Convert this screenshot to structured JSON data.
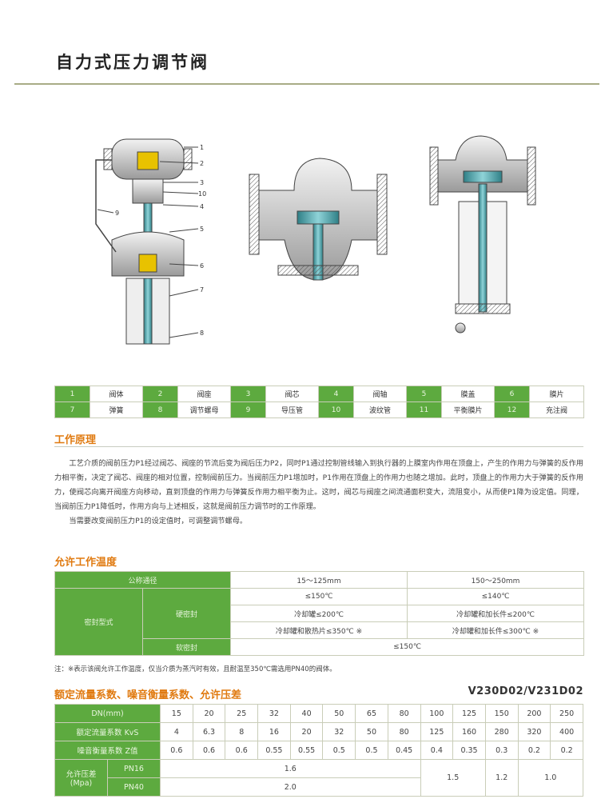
{
  "page": {
    "title": "自力式压力调节阀"
  },
  "parts": {
    "rows": [
      [
        {
          "num": "1",
          "name": "阀体"
        },
        {
          "num": "2",
          "name": "阀座"
        },
        {
          "num": "3",
          "name": "阀芯"
        },
        {
          "num": "4",
          "name": "阀轴"
        },
        {
          "num": "5",
          "name": "膜盖"
        },
        {
          "num": "6",
          "name": "膜片"
        }
      ],
      [
        {
          "num": "7",
          "name": "弹簧"
        },
        {
          "num": "8",
          "name": "调节螺母"
        },
        {
          "num": "9",
          "name": "导压管"
        },
        {
          "num": "10",
          "name": "波纹管"
        },
        {
          "num": "11",
          "name": "平衡膜片"
        },
        {
          "num": "12",
          "name": "充注阀"
        }
      ]
    ]
  },
  "figure_labels": [
    "1",
    "2",
    "3",
    "10",
    "4",
    "9",
    "5",
    "6",
    "7",
    "8"
  ],
  "principle": {
    "heading": "工作原理",
    "paragraph1": "工艺介质的阀前压力P1经过阀芯、阀座的节流后变为阀后压力P2，同时P1通过控制管线输入到执行器的上膜室内作用在顶盘上，产生的作用力与弹簧的反作用力相平衡，决定了阀芯、阀座的相对位置，控制阀前压力。当阀前压力P1增加时，P1作用在顶盘上的作用力也随之增加。此时，顶盘上的作用力大于弹簧的反作用力，使阀芯向离开阀座方向移动，直到顶盘的作用力与弹簧反作用力相平衡为止。这时，阀芯与阀座之间流通面积变大，流阻变小，从而使P1降为设定值。同理，当阀前压力P1降低时，作用方向与上述相反，这就是阀前压力调节时的工作原理。",
    "paragraph2": "当需要改变阀前压力P1的设定值时，可调整调节螺母。"
  },
  "temperature": {
    "heading": "允许工作温度",
    "header": {
      "label": "公称通径",
      "col1": "15～125mm",
      "col2": "150～250mm"
    },
    "seal_type": "密封型式",
    "hard_seal": "硬密封",
    "hard_rows": [
      {
        "col1": "≤150℃",
        "col2": "≤140℃"
      },
      {
        "col1": "冷却罐≤200℃",
        "col2": "冷却罐和加长件≤200℃"
      },
      {
        "col1": "冷却罐和散热片≤350℃ ※",
        "col2": "冷却罐和加长件≤300℃ ※"
      }
    ],
    "soft_seal": "软密封",
    "soft_value": "≤150℃",
    "note": "注：※表示该阀允许工作温度，仅当介质为蒸汽时有效，且耐温至350℃需选用PN40的阀体。"
  },
  "flow": {
    "heading": "额定流量系数、噪音衡量系数、允许压差",
    "model": "V230D02/V231D02",
    "dn_label": "DN(mm)",
    "dn": [
      "15",
      "20",
      "25",
      "32",
      "40",
      "50",
      "65",
      "80",
      "100",
      "125",
      "150",
      "200",
      "250"
    ],
    "kvs_label": "额定流量系数 KvS",
    "kvs": [
      "4",
      "6.3",
      "8",
      "16",
      "20",
      "32",
      "50",
      "80",
      "125",
      "160",
      "280",
      "320",
      "400"
    ],
    "z_label": "噪音衡量系数 Z值",
    "z": [
      "0.6",
      "0.6",
      "0.6",
      "0.55",
      "0.55",
      "0.5",
      "0.5",
      "0.45",
      "0.4",
      "0.35",
      "0.3",
      "0.2",
      "0.2"
    ],
    "dp_label": "允许压差 (Mpa)",
    "pn16_label": "PN16",
    "pn40_label": "PN40",
    "pn16_small": "1.6",
    "pn40_small": "2.0",
    "mid": "1.5",
    "dn150": "1.2",
    "large": "1.0"
  },
  "colors": {
    "accent_green": "#5daa3f",
    "heading_orange": "#e07a10",
    "rule": "#a8ac86"
  }
}
